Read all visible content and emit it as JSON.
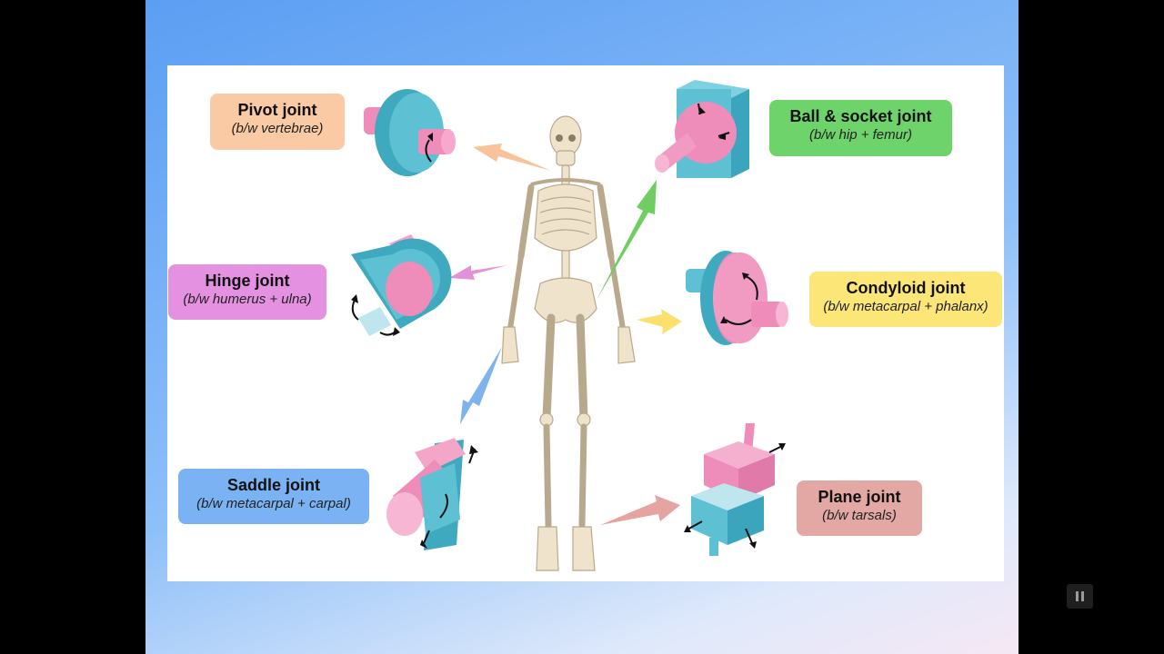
{
  "labels": {
    "pivot": {
      "title": "Pivot joint",
      "sub": "(b/w vertebrae)",
      "color": "#f9caa3"
    },
    "ball": {
      "title": "Ball & socket joint",
      "sub": "(b/w hip + femur)",
      "color": "#6ed36a"
    },
    "hinge": {
      "title": "Hinge joint",
      "sub": "(b/w humerus + ulna)",
      "color": "#e591e2"
    },
    "condyloid": {
      "title": "Condyloid joint",
      "sub": "(b/w metacarpal + phalanx)",
      "color": "#fbe677"
    },
    "saddle": {
      "title": "Saddle joint",
      "sub": "(b/w metacarpal + carpal)",
      "color": "#7bb2f3"
    },
    "plane": {
      "title": "Plane joint",
      "sub": "(b/w tarsals)",
      "color": "#e3a8a3"
    }
  },
  "colors": {
    "pink": "#ee8cba",
    "teal": "#5ec0d3",
    "bone": "#efe3cc",
    "bone_stroke": "#b8a98c"
  }
}
